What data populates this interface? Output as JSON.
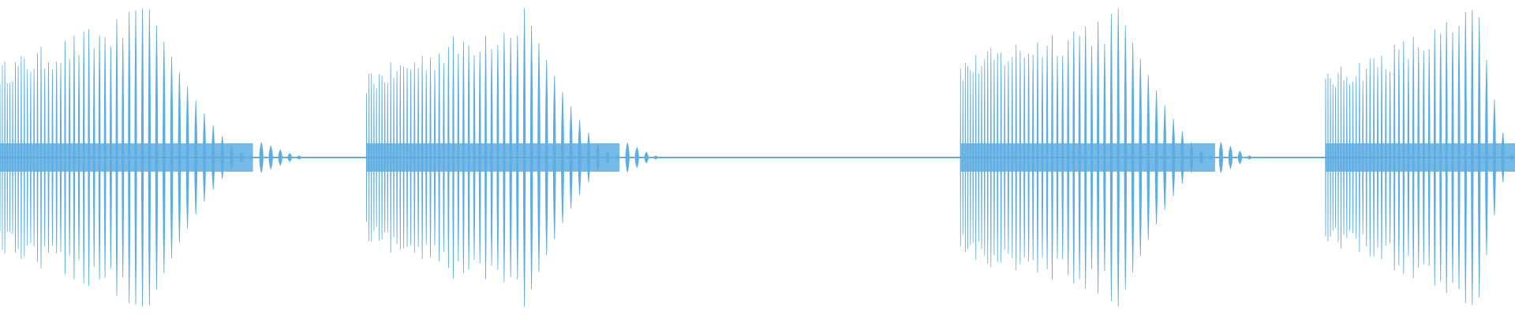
{
  "waveform": {
    "color": "#5dade2",
    "background": "#ffffff",
    "bursts": [
      {
        "start": 0.0,
        "peak": 0.097,
        "end": 0.167,
        "leadIn": 0.0,
        "startAmp": 0.62,
        "ringCycles": 5
      },
      {
        "start": 0.242,
        "peak": 0.345,
        "end": 0.409,
        "leadIn": 0.0,
        "startAmp": 0.55,
        "ringCycles": 4
      },
      {
        "start": 0.634,
        "peak": 0.737,
        "end": 0.802,
        "leadIn": 0.0,
        "startAmp": 0.65,
        "ringCycles": 4
      },
      {
        "start": 0.875,
        "peak": 0.975,
        "end": 1.0,
        "leadIn": 0.0,
        "startAmp": 0.55,
        "ringCycles": 0
      }
    ]
  }
}
